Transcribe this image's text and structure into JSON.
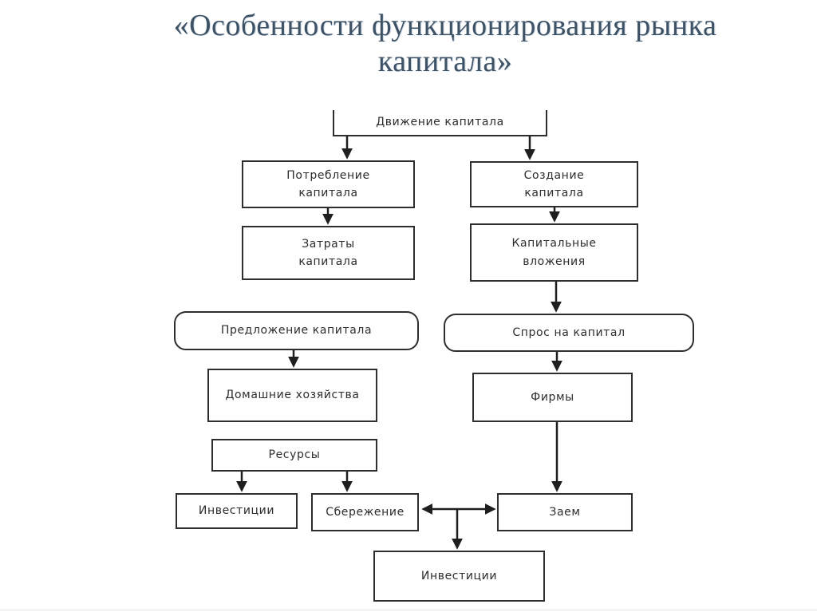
{
  "title": "«Особенности функционирования рынка\nкапитала»",
  "diagram": {
    "nodes": {
      "dvizhenie_kapitala": {
        "label": "Движение капитала"
      },
      "potreblenie_kapitala": {
        "label": "Потребление\nкапитала"
      },
      "sozdanie_kapitala": {
        "label": "Создание\nкапитала"
      },
      "zatraty_kapitala": {
        "label": "Затраты\nкапитала"
      },
      "kapitalnye_vlozheniya": {
        "label": "Капитальные\nвложения"
      },
      "predlozhenie_kapitala": {
        "label": "Предложение капитала"
      },
      "spros_na_kapital": {
        "label": "Спрос на капитал"
      },
      "domashnie_hozyajstva": {
        "label": "Домашние хозяйства"
      },
      "firmy": {
        "label": "Фирмы"
      },
      "resursy": {
        "label": "Ресурсы"
      },
      "investicii_left": {
        "label": "Инвестиции"
      },
      "sberezhenie": {
        "label": "Сбережение"
      },
      "zaem": {
        "label": "Заем"
      },
      "investicii_bottom": {
        "label": "Инвестиции"
      }
    },
    "edges": [
      {
        "from": "dvizhenie_kapitala",
        "to": "potreblenie_kapitala"
      },
      {
        "from": "dvizhenie_kapitala",
        "to": "sozdanie_kapitala"
      },
      {
        "from": "potreblenie_kapitala",
        "to": "zatraty_kapitala"
      },
      {
        "from": "sozdanie_kapitala",
        "to": "kapitalnye_vlozheniya"
      },
      {
        "from": "kapitalnye_vlozheniya",
        "to": "spros_na_kapital"
      },
      {
        "from": "predlozhenie_kapitala",
        "to": "domashnie_hozyajstva"
      },
      {
        "from": "spros_na_kapital",
        "to": "firmy"
      },
      {
        "from": "resursy",
        "to": "investicii_left"
      },
      {
        "from": "resursy",
        "to": "sberezhenie"
      },
      {
        "from": "firmy",
        "to": "zaem"
      },
      {
        "from": "sberezhenie",
        "to": "zaem",
        "bidirectional": true
      },
      {
        "from": "sberezhenie_zaem_link",
        "to": "investicii_bottom"
      }
    ],
    "colors": {
      "title_text": "#3e5266",
      "node_border": "#2e2e2e",
      "node_text": "#2d2d2d",
      "arrow": "#1f1f1f"
    }
  }
}
